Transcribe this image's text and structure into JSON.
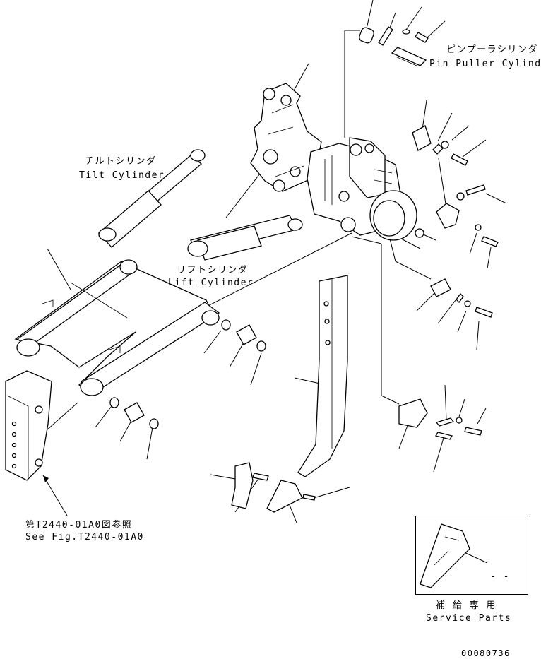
{
  "labels": {
    "pin_puller_jp": "ピンプーラシリンダ",
    "pin_puller_en": "Pin Puller Cylinder",
    "tilt_jp": "チルトシリンダ",
    "tilt_en": "Tilt Cylinder",
    "lift_jp": "リフトシリンダ",
    "lift_en": "Lift Cylinder",
    "ref_jp": "第T2440-01A0図参照",
    "ref_en": "See Fig.T2440-01A0",
    "service_jp": "補 給 専 用",
    "service_en": "Service Parts",
    "service_mark": "- -",
    "drawing_no": "00080736"
  },
  "colors": {
    "ink": "#000000",
    "paper": "#ffffff"
  }
}
